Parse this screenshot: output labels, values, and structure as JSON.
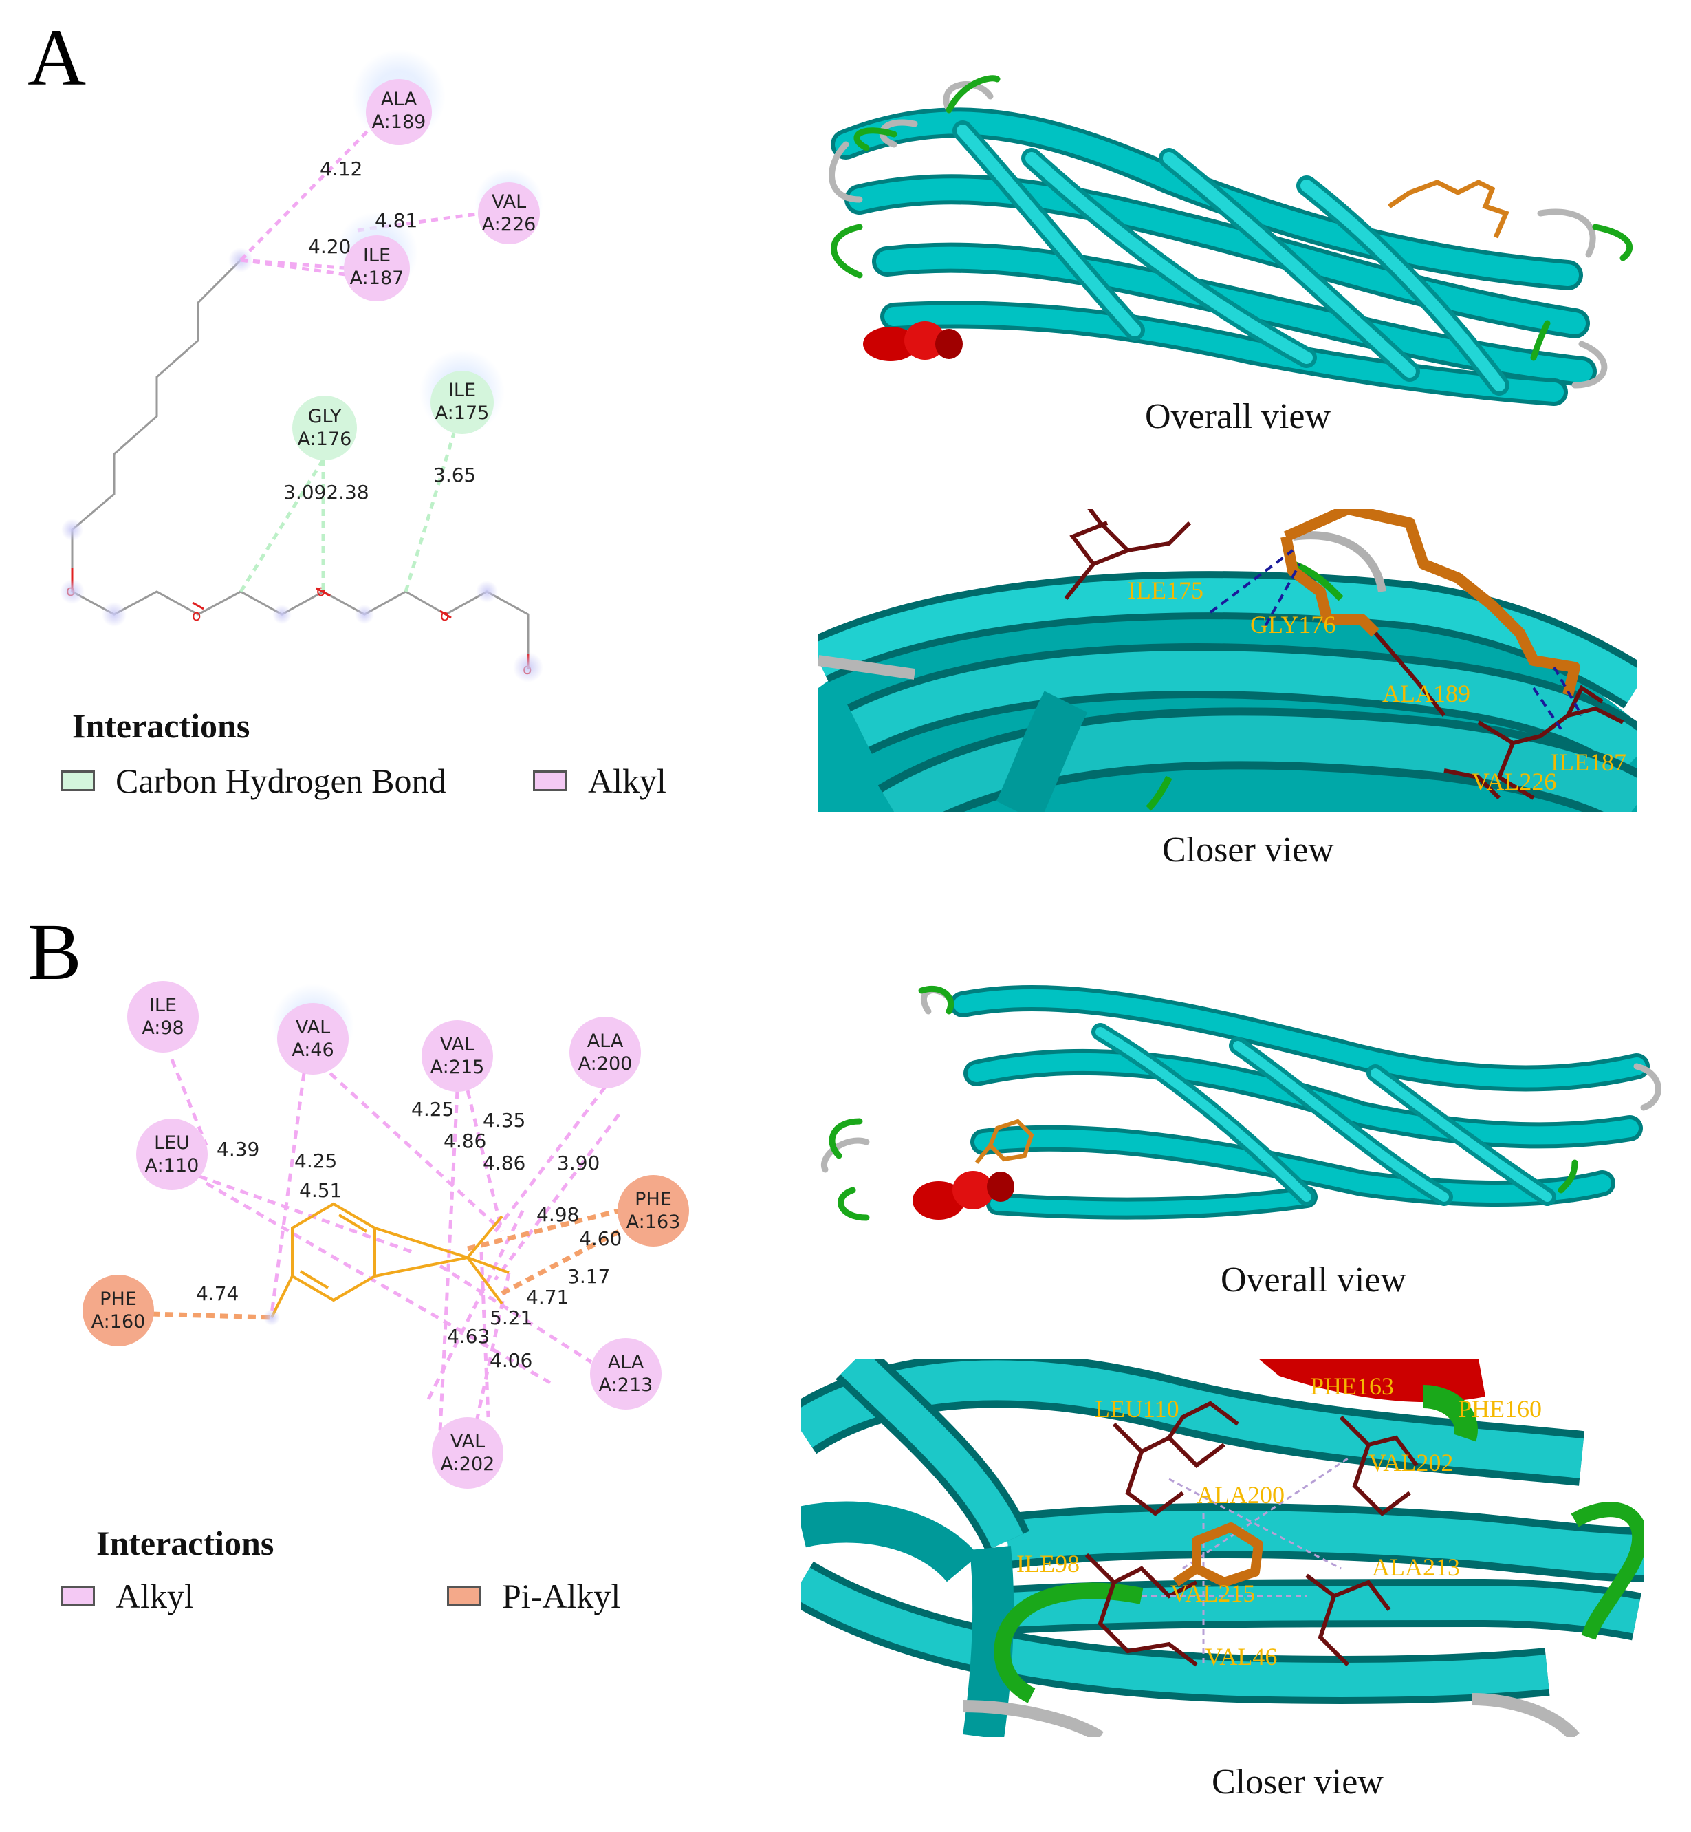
{
  "panels": [
    {
      "letter": "A",
      "interactions_title": "Interactions",
      "legend": [
        {
          "label": "Carbon Hydrogen Bond",
          "color": "#d4f5dc"
        },
        {
          "label": "Alkyl",
          "color": "#f4c9f4"
        }
      ],
      "residues": [
        {
          "line1": "ALA",
          "line2": "A:189",
          "type": "alkyl"
        },
        {
          "line1": "VAL",
          "line2": "A:226",
          "type": "alkyl"
        },
        {
          "line1": "ILE",
          "line2": "A:187",
          "type": "alkyl"
        },
        {
          "line1": "GLY",
          "line2": "A:176",
          "type": "carbon-hydrogen"
        },
        {
          "line1": "ILE",
          "line2": "A:175",
          "type": "carbon-hydrogen"
        }
      ],
      "distances": [
        "4.12",
        "4.81",
        "4.20",
        "3.092.38",
        "3.65"
      ],
      "overall_caption": "Overall view",
      "closer_caption": "Closer view",
      "closer_labels": [
        "ILE175",
        "GLY176",
        "ALA189",
        "ILE187",
        "VAL226"
      ]
    },
    {
      "letter": "B",
      "interactions_title": "Interactions",
      "legend": [
        {
          "label": "Alkyl",
          "color": "#f4c9f4"
        },
        {
          "label": "Pi-Alkyl",
          "color": "#f4a98a"
        }
      ],
      "residues": [
        {
          "line1": "ILE",
          "line2": "A:98",
          "type": "alkyl"
        },
        {
          "line1": "VAL",
          "line2": "A:46",
          "type": "alkyl"
        },
        {
          "line1": "VAL",
          "line2": "A:215",
          "type": "alkyl"
        },
        {
          "line1": "ALA",
          "line2": "A:200",
          "type": "alkyl"
        },
        {
          "line1": "LEU",
          "line2": "A:110",
          "type": "alkyl"
        },
        {
          "line1": "PHE",
          "line2": "A:163",
          "type": "pi-alkyl"
        },
        {
          "line1": "PHE",
          "line2": "A:160",
          "type": "pi-alkyl"
        },
        {
          "line1": "ALA",
          "line2": "A:213",
          "type": "alkyl"
        },
        {
          "line1": "VAL",
          "line2": "A:202",
          "type": "alkyl"
        }
      ],
      "distances": [
        "4.39",
        "4.25",
        "4.51",
        "4.25",
        "4.86",
        "4.35",
        "4.86",
        "3.90",
        "4.98",
        "4.60",
        "3.17",
        "4.71",
        "5.21",
        "4.63",
        "4.06",
        "4.74"
      ],
      "overall_caption": "Overall view",
      "closer_caption": "Closer view",
      "closer_labels": [
        "PHE163",
        "LEU110",
        "PHE160",
        "VAL202",
        "ALA200",
        "ILE98",
        "ALA213",
        "VAL215",
        "VAL46"
      ]
    }
  ]
}
